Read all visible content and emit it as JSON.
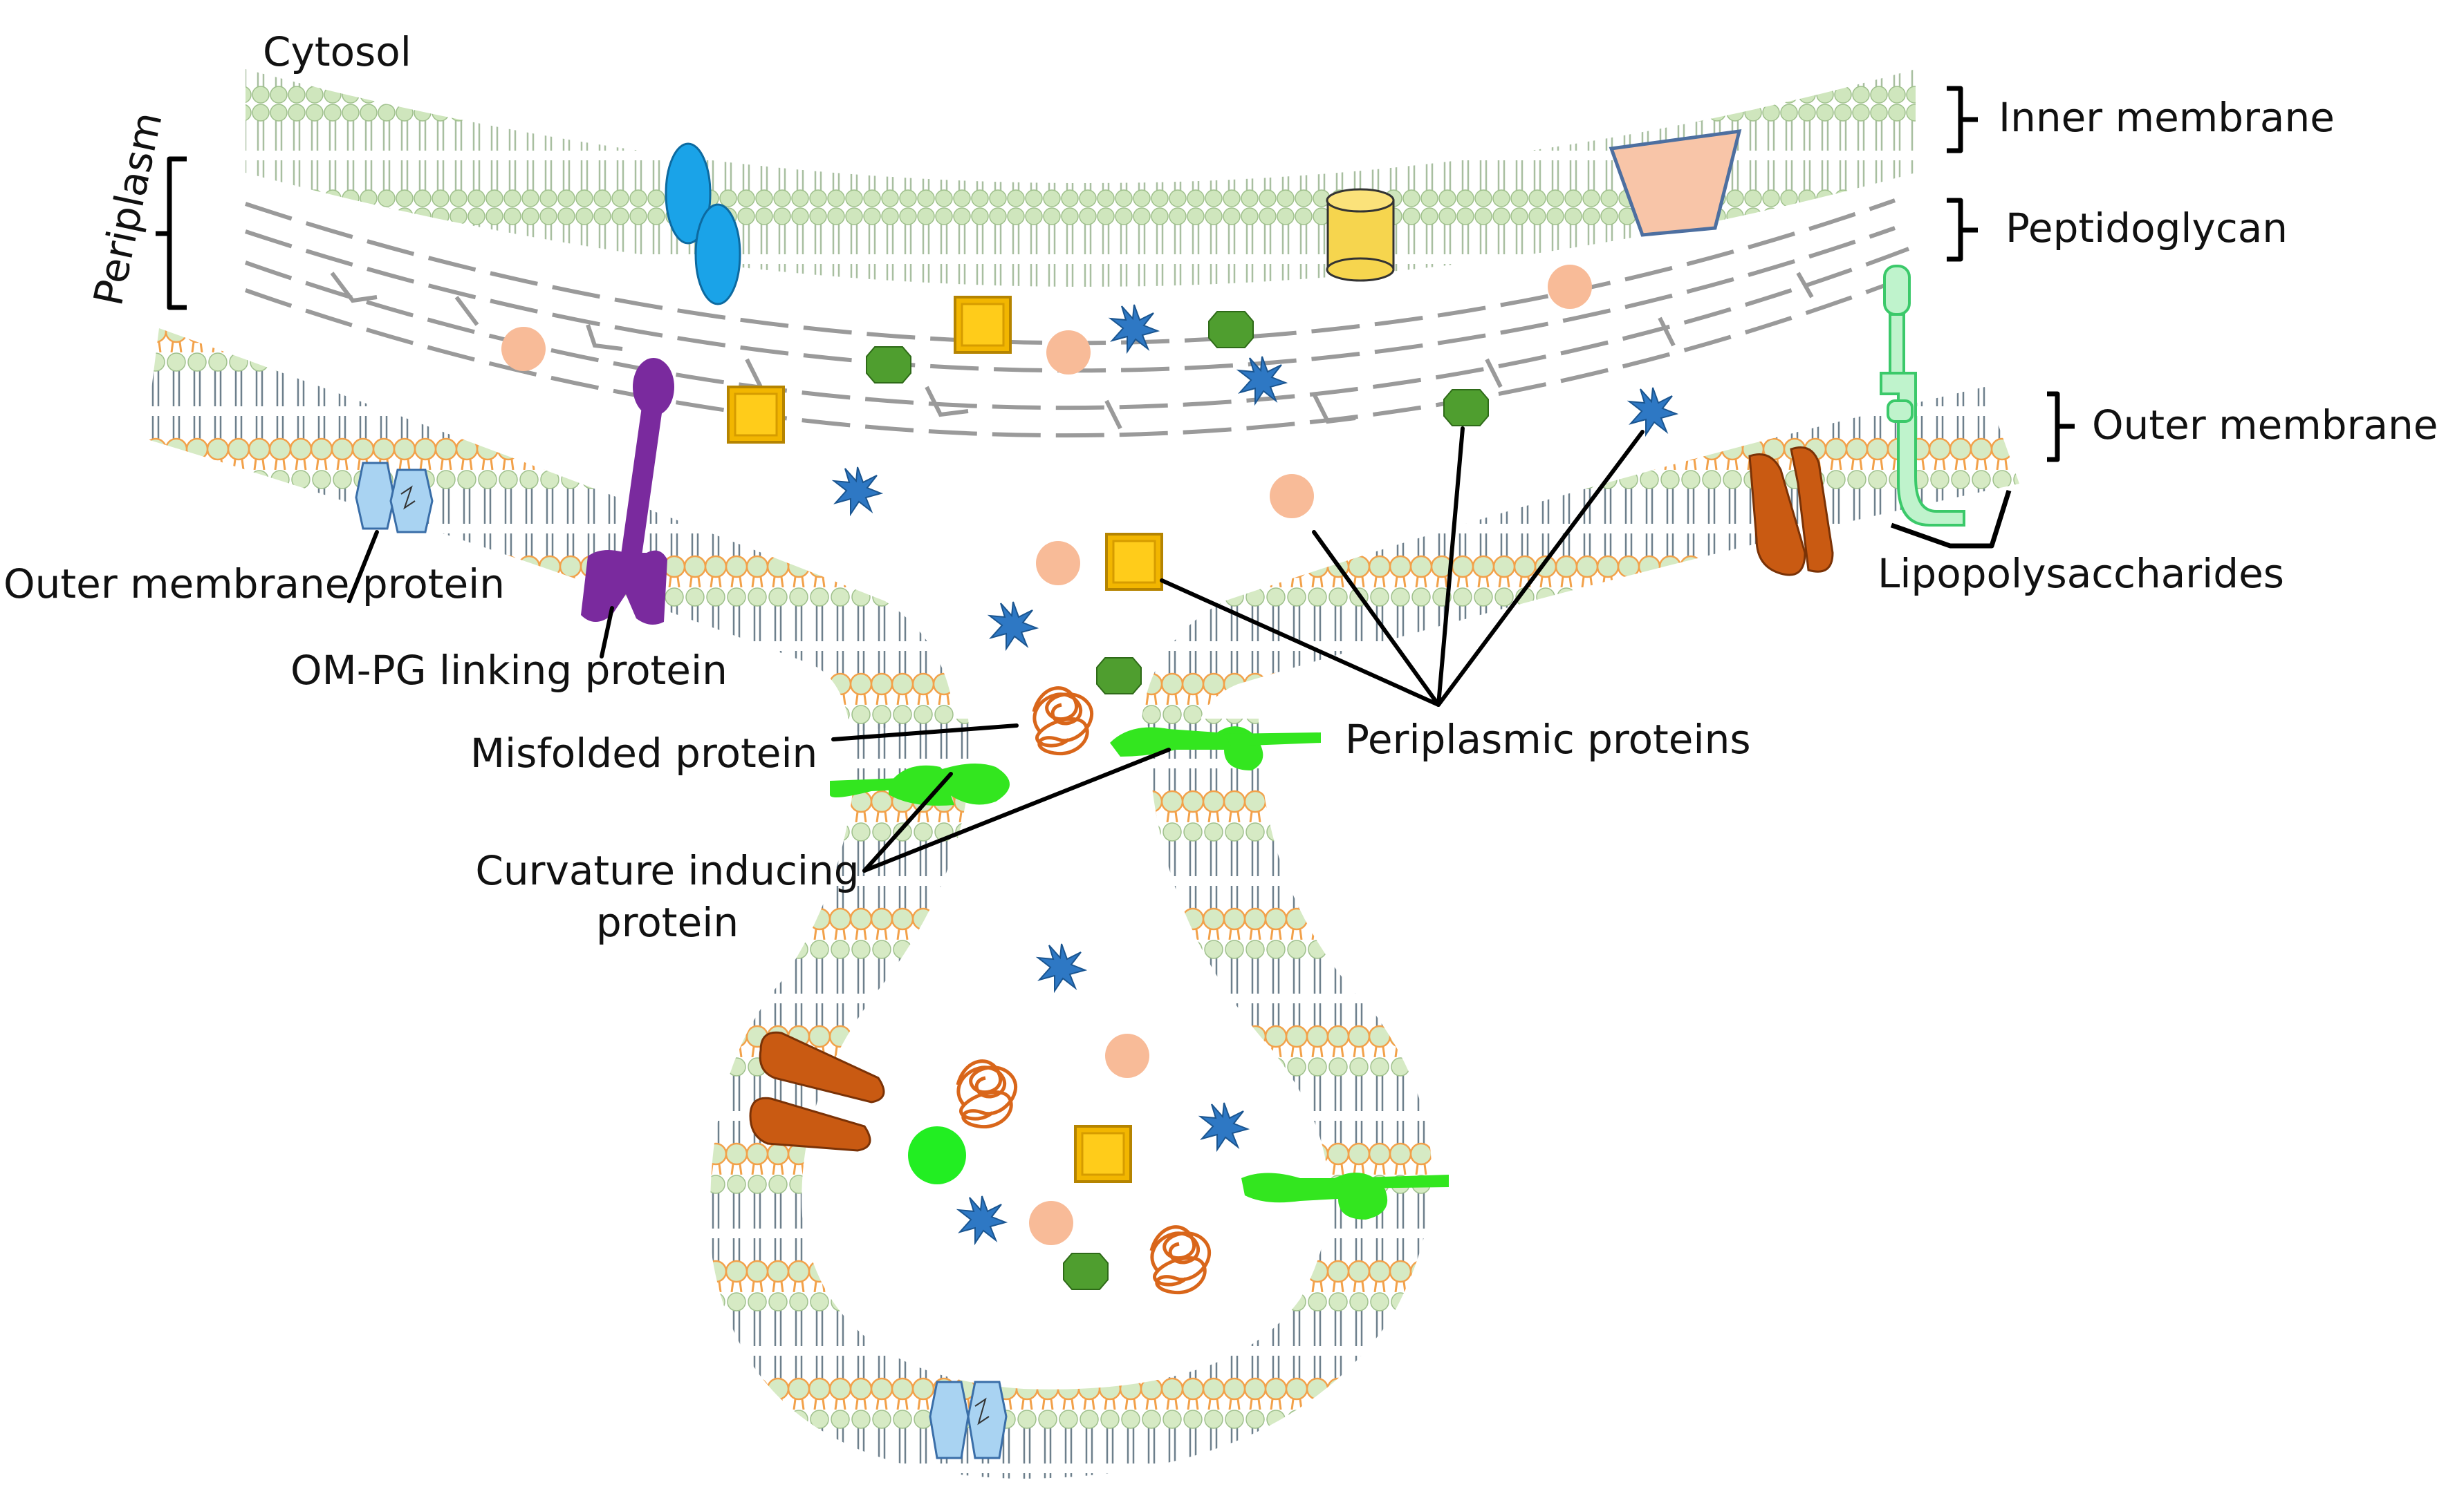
{
  "labels": {
    "cytosol": "Cytosol",
    "periplasm": "Periplasm",
    "inner_membrane": "Inner membrane",
    "peptidoglycan": "Peptidoglycan",
    "outer_membrane": "Outer membrane",
    "lipopolysaccharides": "Lipopolysaccharides",
    "outer_membrane_protein": "Outer membrane protein",
    "om_pg_linking_protein": "OM-PG linking protein",
    "misfolded_protein": "Misfolded protein",
    "periplasmic_proteins": "Periplasmic proteins",
    "curvature_line1": "Curvature inducing",
    "curvature_line2": "protein"
  },
  "colors": {
    "inner_lipid": "#cfe6bd",
    "outer_lipid": "#d6eac4",
    "lipid_tail_orange": "#f2a14a",
    "lipid_tail_grey": "#6d7f8c",
    "peptidoglycan": "#9a9a9a",
    "inner_protein_blue": "#1aa3e8",
    "inner_protein_yellow": "#f6d54e",
    "inner_protein_peach": "#f8c5a8",
    "linking_protein_purple": "#7a2a9e",
    "porin_blue": "#a9d3f2",
    "orange_channel": "#c95a12",
    "lps_green": "#8fe6a8",
    "curvature_green": "#33e61f",
    "misfolded_orange": "#d9661a",
    "periplasmic_square": "#f2b600",
    "periplasmic_star": "#2e78c4",
    "periplasmic_octagon": "#4f9e2f",
    "periplasmic_circle": "#f8bb98",
    "bright_green_circle": "#22ee22"
  }
}
